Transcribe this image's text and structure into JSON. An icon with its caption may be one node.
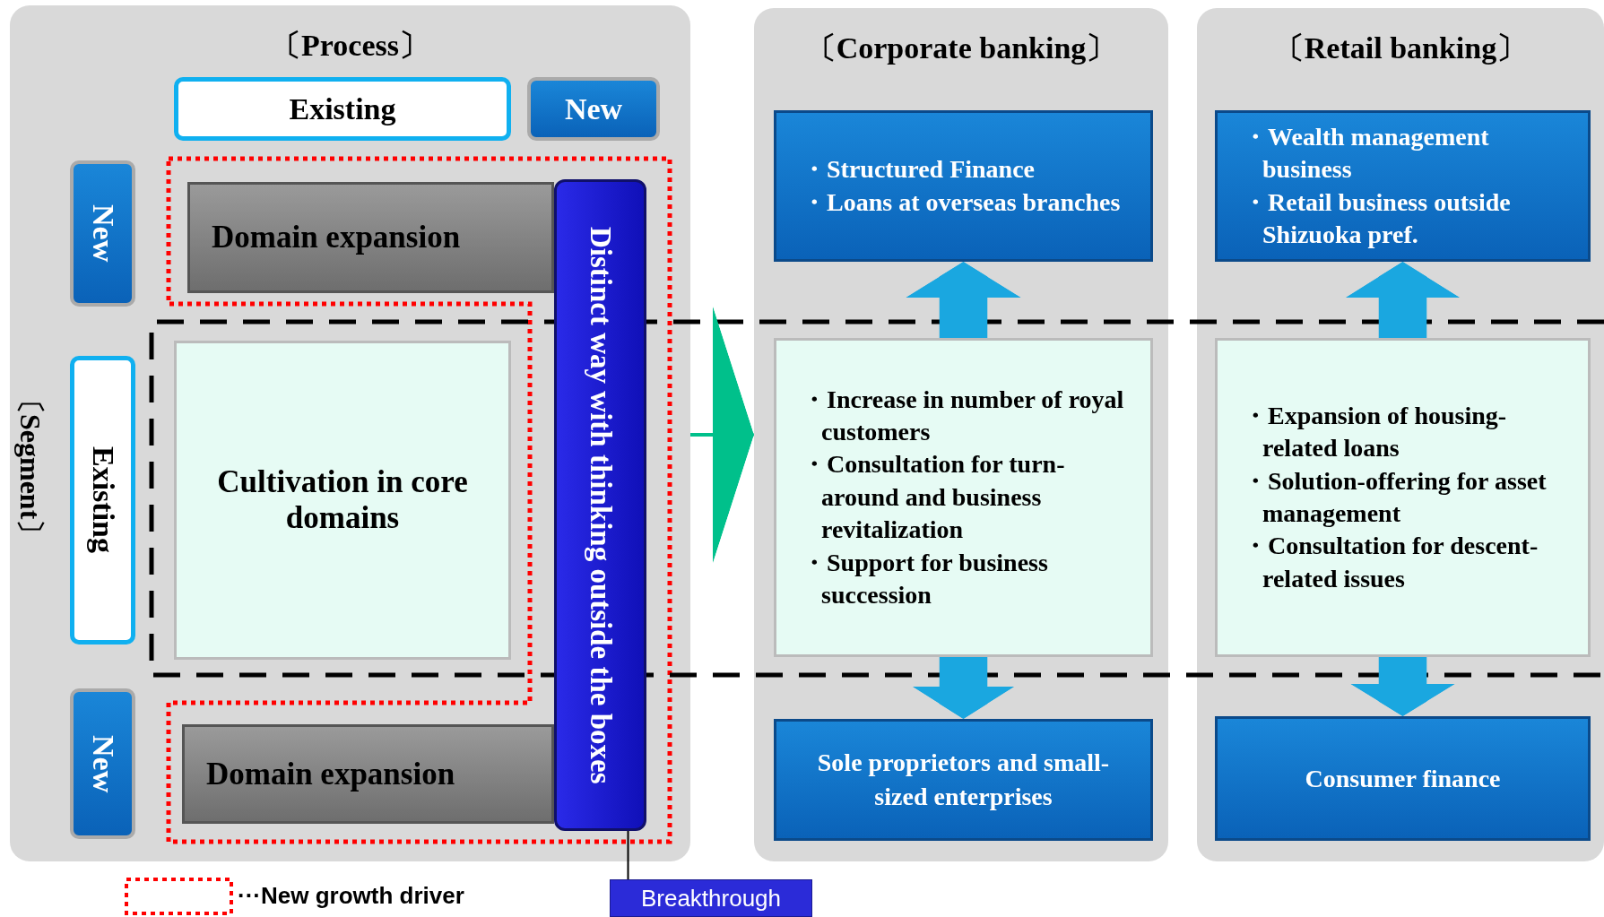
{
  "diagram": {
    "nodes": [
      {
        "text": [
          "〔Process〕"
        ]
      },
      {
        "text": [
          "Existing"
        ],
        "in": 0
      },
      {
        "text": [
          "New"
        ],
        "in": 0
      },
      {
        "text": [
          "New"
        ],
        "in": 0
      },
      {
        "text": [
          "Existing"
        ],
        "in": 0
      },
      {
        "text": [
          "New"
        ],
        "in": 0
      },
      {
        "text": [
          "Domain expansion"
        ],
        "in": 0
      },
      {
        "text": [
          "Cultivation in core domains"
        ],
        "in": 0
      },
      {
        "text": [
          "Domain expansion"
        ],
        "in": 0
      },
      {
        "text": [
          "Distinct way with thinking outside the boxes"
        ],
        "in": 0
      },
      {
        "text": [
          "Breakthrough"
        ]
      },
      {
        "text": [
          "〔Corporate banking〕"
        ]
      },
      {
        "text": [
          "・Structured Finance",
          "・Loans at overseas branches"
        ],
        "in": 11
      },
      {
        "text": [
          "・Increase in number of royal customers",
          "・Consultation for turn-around and business revitalization",
          "・Support for business succession"
        ],
        "in": 11
      },
      {
        "text": [
          "Sole proprietors and small-sized enterprises"
        ],
        "in": 11
      },
      {
        "text": [
          "〔Retail banking〕"
        ]
      },
      {
        "text": [
          "・Wealth management business",
          "・Retail business outside Shizuoka pref."
        ],
        "in": 15
      },
      {
        "text": [
          "・Expansion of housing-related loans",
          "・Solution-offering for asset management",
          "・Consultation for descent-related issues"
        ],
        "in": 15
      },
      {
        "text": [
          "Consumer finance"
        ],
        "in": 15
      }
    ],
    "edges": [
      {
        "from": 0,
        "to": 11,
        "arrow": "to",
        "color": "#00c08b"
      },
      {
        "from": 9,
        "to": 10,
        "arrow": "none",
        "color": "#000000"
      },
      {
        "from": 13,
        "to": 12,
        "arrow": "to"
      },
      {
        "from": 13,
        "to": 14,
        "arrow": "to"
      },
      {
        "from": 17,
        "to": 16,
        "arrow": "to"
      },
      {
        "from": 17,
        "to": 18,
        "arrow": "to"
      }
    ],
    "labels": [
      "〔Segment〕"
    ],
    "legend": [
      {
        "text": "···New growth driver"
      }
    ]
  }
}
